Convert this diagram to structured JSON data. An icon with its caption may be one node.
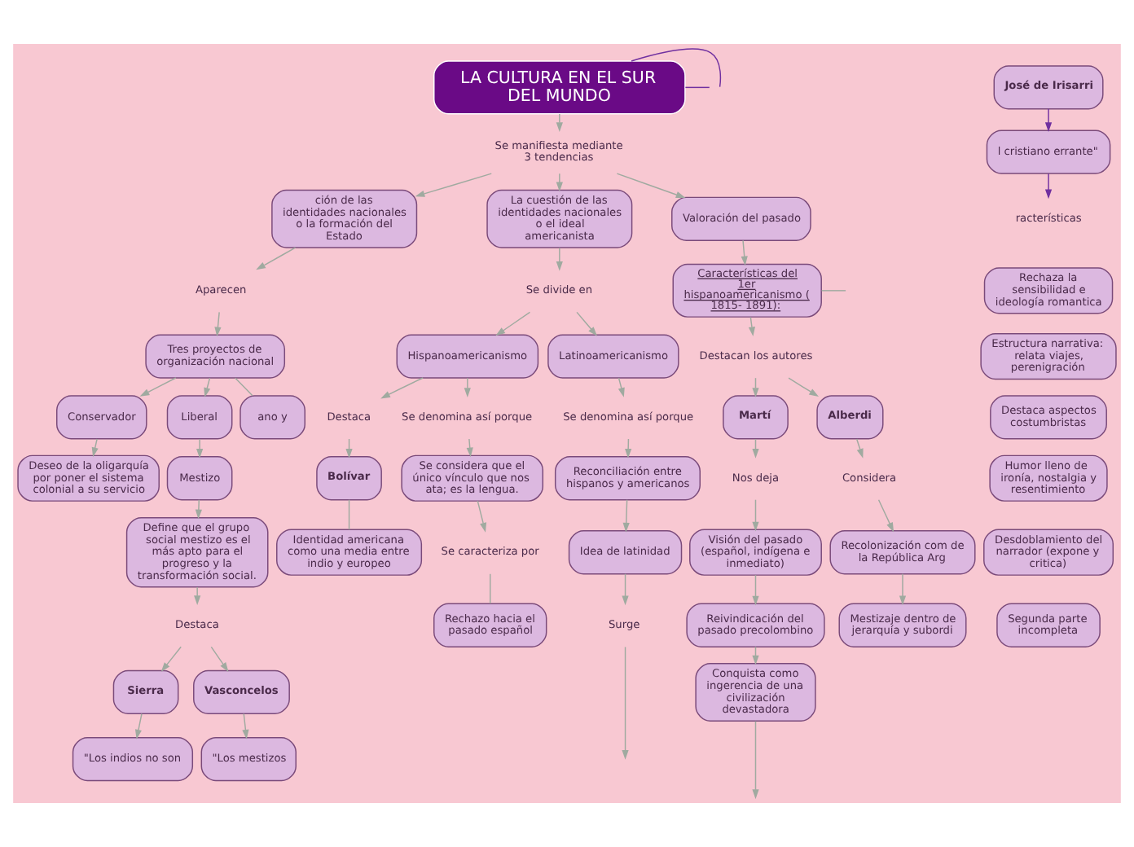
{
  "diagram": {
    "nodes": [
      {
        "text": [
          "LA CULTURA EN EL SUR DEL MUNDO"
        ]
      },
      {
        "text": [
          "Se manifiesta mediante 3 tendencias"
        ]
      },
      {
        "text": [
          "ción de las identidades nacionales o la formación del Estado"
        ]
      },
      {
        "text": [
          "La cuestión de las identidades nacionales o el ideal americanista"
        ]
      },
      {
        "text": [
          "Valoración del pasado"
        ]
      },
      {
        "text": [
          "Aparecen"
        ]
      },
      {
        "text": [
          "Tres proyectos de organización nacional"
        ]
      },
      {
        "text": [
          "Conservador"
        ]
      },
      {
        "text": [
          "Liberal"
        ]
      },
      {
        "text": [
          "Deseo de la oligarquía por poner el sistema colonial a su servicio"
        ]
      },
      {
        "text": [
          "Mestizo"
        ]
      },
      {
        "text": [
          "Define que el grupo social mestizo es el más apto para el progreso y la transformación social."
        ]
      },
      {
        "text": [
          "Destaca"
        ]
      },
      {
        "text": [
          "Sierra"
        ]
      },
      {
        "text": [
          "Vasconcelos"
        ]
      },
      {
        "text": [
          "\"Los indios no son"
        ]
      },
      {
        "text": [
          "\"Los mestizos"
        ]
      },
      {
        "text": [
          "Se divide en"
        ]
      },
      {
        "text": [
          "Hispanoamericanismo"
        ]
      },
      {
        "text": [
          "Latinoamericanismo"
        ]
      },
      {
        "text": [
          "Destaca"
        ]
      },
      {
        "text": [
          "Bolívar"
        ]
      },
      {
        "text": [
          "Identidad americana como una media entre indio y europeo"
        ]
      },
      {
        "text": [
          "Se denomina así porque"
        ]
      },
      {
        "text": [
          "Se considera que el único vínculo que nos ata; es la lengua."
        ]
      },
      {
        "text": [
          "Se caracteriza por"
        ]
      },
      {
        "text": [
          "Rechazo hacia el pasado español"
        ]
      },
      {
        "text": [
          "Se denomina así porque"
        ]
      },
      {
        "text": [
          "Reconciliación entre hispanos y americanos"
        ]
      },
      {
        "text": [
          "Idea de latinidad"
        ]
      },
      {
        "text": [
          "Surge"
        ]
      },
      {
        "text": [
          "Características del 1er hispanoamericanismo ( 1815- 1891):"
        ]
      },
      {
        "text": [
          "Destacan los autores"
        ]
      },
      {
        "text": [
          "Martí"
        ]
      },
      {
        "text": [
          "Alberdi"
        ]
      },
      {
        "text": [
          "Nos deja"
        ]
      },
      {
        "text": [
          "Visión del pasado (español, indígena e inmediato)"
        ]
      },
      {
        "text": [
          "Reivindicación del pasado precolombino"
        ]
      },
      {
        "text": [
          "Conquista como ingerencia de una civilización devastadora"
        ]
      },
      {
        "text": [
          "Considera"
        ]
      },
      {
        "text": [
          "Recolonización com de la República Arg"
        ]
      },
      {
        "text": [
          "Mestizaje dentro de jerarquía y subordi"
        ]
      },
      {
        "text": [
          "José de Irisarri"
        ]
      },
      {
        "text": [
          "l cristiano errante\""
        ]
      },
      {
        "text": [
          "racterísticas"
        ]
      },
      {
        "text": [
          "Rechaza la sensibilidad e ideología romantica"
        ]
      },
      {
        "text": [
          "Estructura narrativa: relata viajes, perenigración"
        ]
      },
      {
        "text": [
          "Destaca aspectos costumbristas"
        ]
      },
      {
        "text": [
          "Humor lleno de  ironía, nostalgia y resentimiento"
        ]
      },
      {
        "text": [
          "Desdoblamiento del narrador (expone y critica)"
        ]
      },
      {
        "text": [
          "Segunda parte incompleta"
        ]
      },
      {
        "text": [
          "ano y"
        ]
      }
    ],
    "edges": [
      {
        "from": 0,
        "to": null,
        "arrow": "none",
        "color": "#7030a0"
      },
      {
        "from": 0,
        "to": null,
        "arrow": "none",
        "color": "#7030a0"
      },
      {
        "from": 0,
        "to": 1,
        "arrow": "to"
      },
      {
        "from": 1,
        "to": 2,
        "arrow": "to"
      },
      {
        "from": 1,
        "to": 3,
        "arrow": "to"
      },
      {
        "from": 1,
        "to": 4,
        "arrow": "to"
      },
      {
        "from": 2,
        "to": 5,
        "arrow": "to"
      },
      {
        "from": 5,
        "to": 6,
        "arrow": "to"
      },
      {
        "from": 6,
        "to": 51,
        "arrow": "none"
      },
      {
        "from": 6,
        "to": 7,
        "arrow": "to"
      },
      {
        "from": 6,
        "to": 8,
        "arrow": "to"
      },
      {
        "from": 7,
        "to": 9,
        "arrow": "to"
      },
      {
        "from": 8,
        "to": 10,
        "arrow": "to"
      },
      {
        "from": 10,
        "to": 11,
        "arrow": "to"
      },
      {
        "from": 11,
        "to": 12,
        "arrow": "to"
      },
      {
        "from": 12,
        "to": 13,
        "arrow": "to"
      },
      {
        "from": 12,
        "to": 14,
        "arrow": "to"
      },
      {
        "from": 13,
        "to": 15,
        "arrow": "to"
      },
      {
        "from": 14,
        "to": 16,
        "arrow": "to"
      },
      {
        "from": 3,
        "to": 17,
        "arrow": "to"
      },
      {
        "from": 17,
        "to": 18,
        "arrow": "to"
      },
      {
        "from": 17,
        "to": 19,
        "arrow": "to"
      },
      {
        "from": 18,
        "to": 20,
        "arrow": "to"
      },
      {
        "from": 20,
        "to": 21,
        "arrow": "to"
      },
      {
        "from": 21,
        "to": 22,
        "arrow": "none"
      },
      {
        "from": 18,
        "to": 23,
        "arrow": "to"
      },
      {
        "from": 23,
        "to": 24,
        "arrow": "to"
      },
      {
        "from": 24,
        "to": 25,
        "arrow": "to"
      },
      {
        "from": 25,
        "to": 26,
        "arrow": "none"
      },
      {
        "from": 19,
        "to": 27,
        "arrow": "to"
      },
      {
        "from": 27,
        "to": 28,
        "arrow": "to"
      },
      {
        "from": 28,
        "to": 29,
        "arrow": "to"
      },
      {
        "from": 29,
        "to": 30,
        "arrow": "to"
      },
      {
        "from": 30,
        "to": null,
        "arrow": "to"
      },
      {
        "from": 4,
        "to": 31,
        "arrow": "to"
      },
      {
        "from": 31,
        "to": null,
        "arrow": "none"
      },
      {
        "from": 31,
        "to": 32,
        "arrow": "to"
      },
      {
        "from": 32,
        "to": 33,
        "arrow": "to"
      },
      {
        "from": 32,
        "to": 34,
        "arrow": "to"
      },
      {
        "from": 33,
        "to": 35,
        "arrow": "to"
      },
      {
        "from": 35,
        "to": 36,
        "arrow": "to"
      },
      {
        "from": 36,
        "to": 37,
        "arrow": "to"
      },
      {
        "from": 37,
        "to": 38,
        "arrow": "to"
      },
      {
        "from": 38,
        "to": null,
        "arrow": "to"
      },
      {
        "from": 34,
        "to": 39,
        "arrow": "to"
      },
      {
        "from": 39,
        "to": 40,
        "arrow": "to"
      },
      {
        "from": 40,
        "to": 41,
        "arrow": "to"
      },
      {
        "from": 42,
        "to": 43,
        "arrow": "to",
        "color": "#7030a0"
      },
      {
        "from": 43,
        "to": 44,
        "arrow": "to",
        "color": "#7030a0"
      }
    ]
  }
}
